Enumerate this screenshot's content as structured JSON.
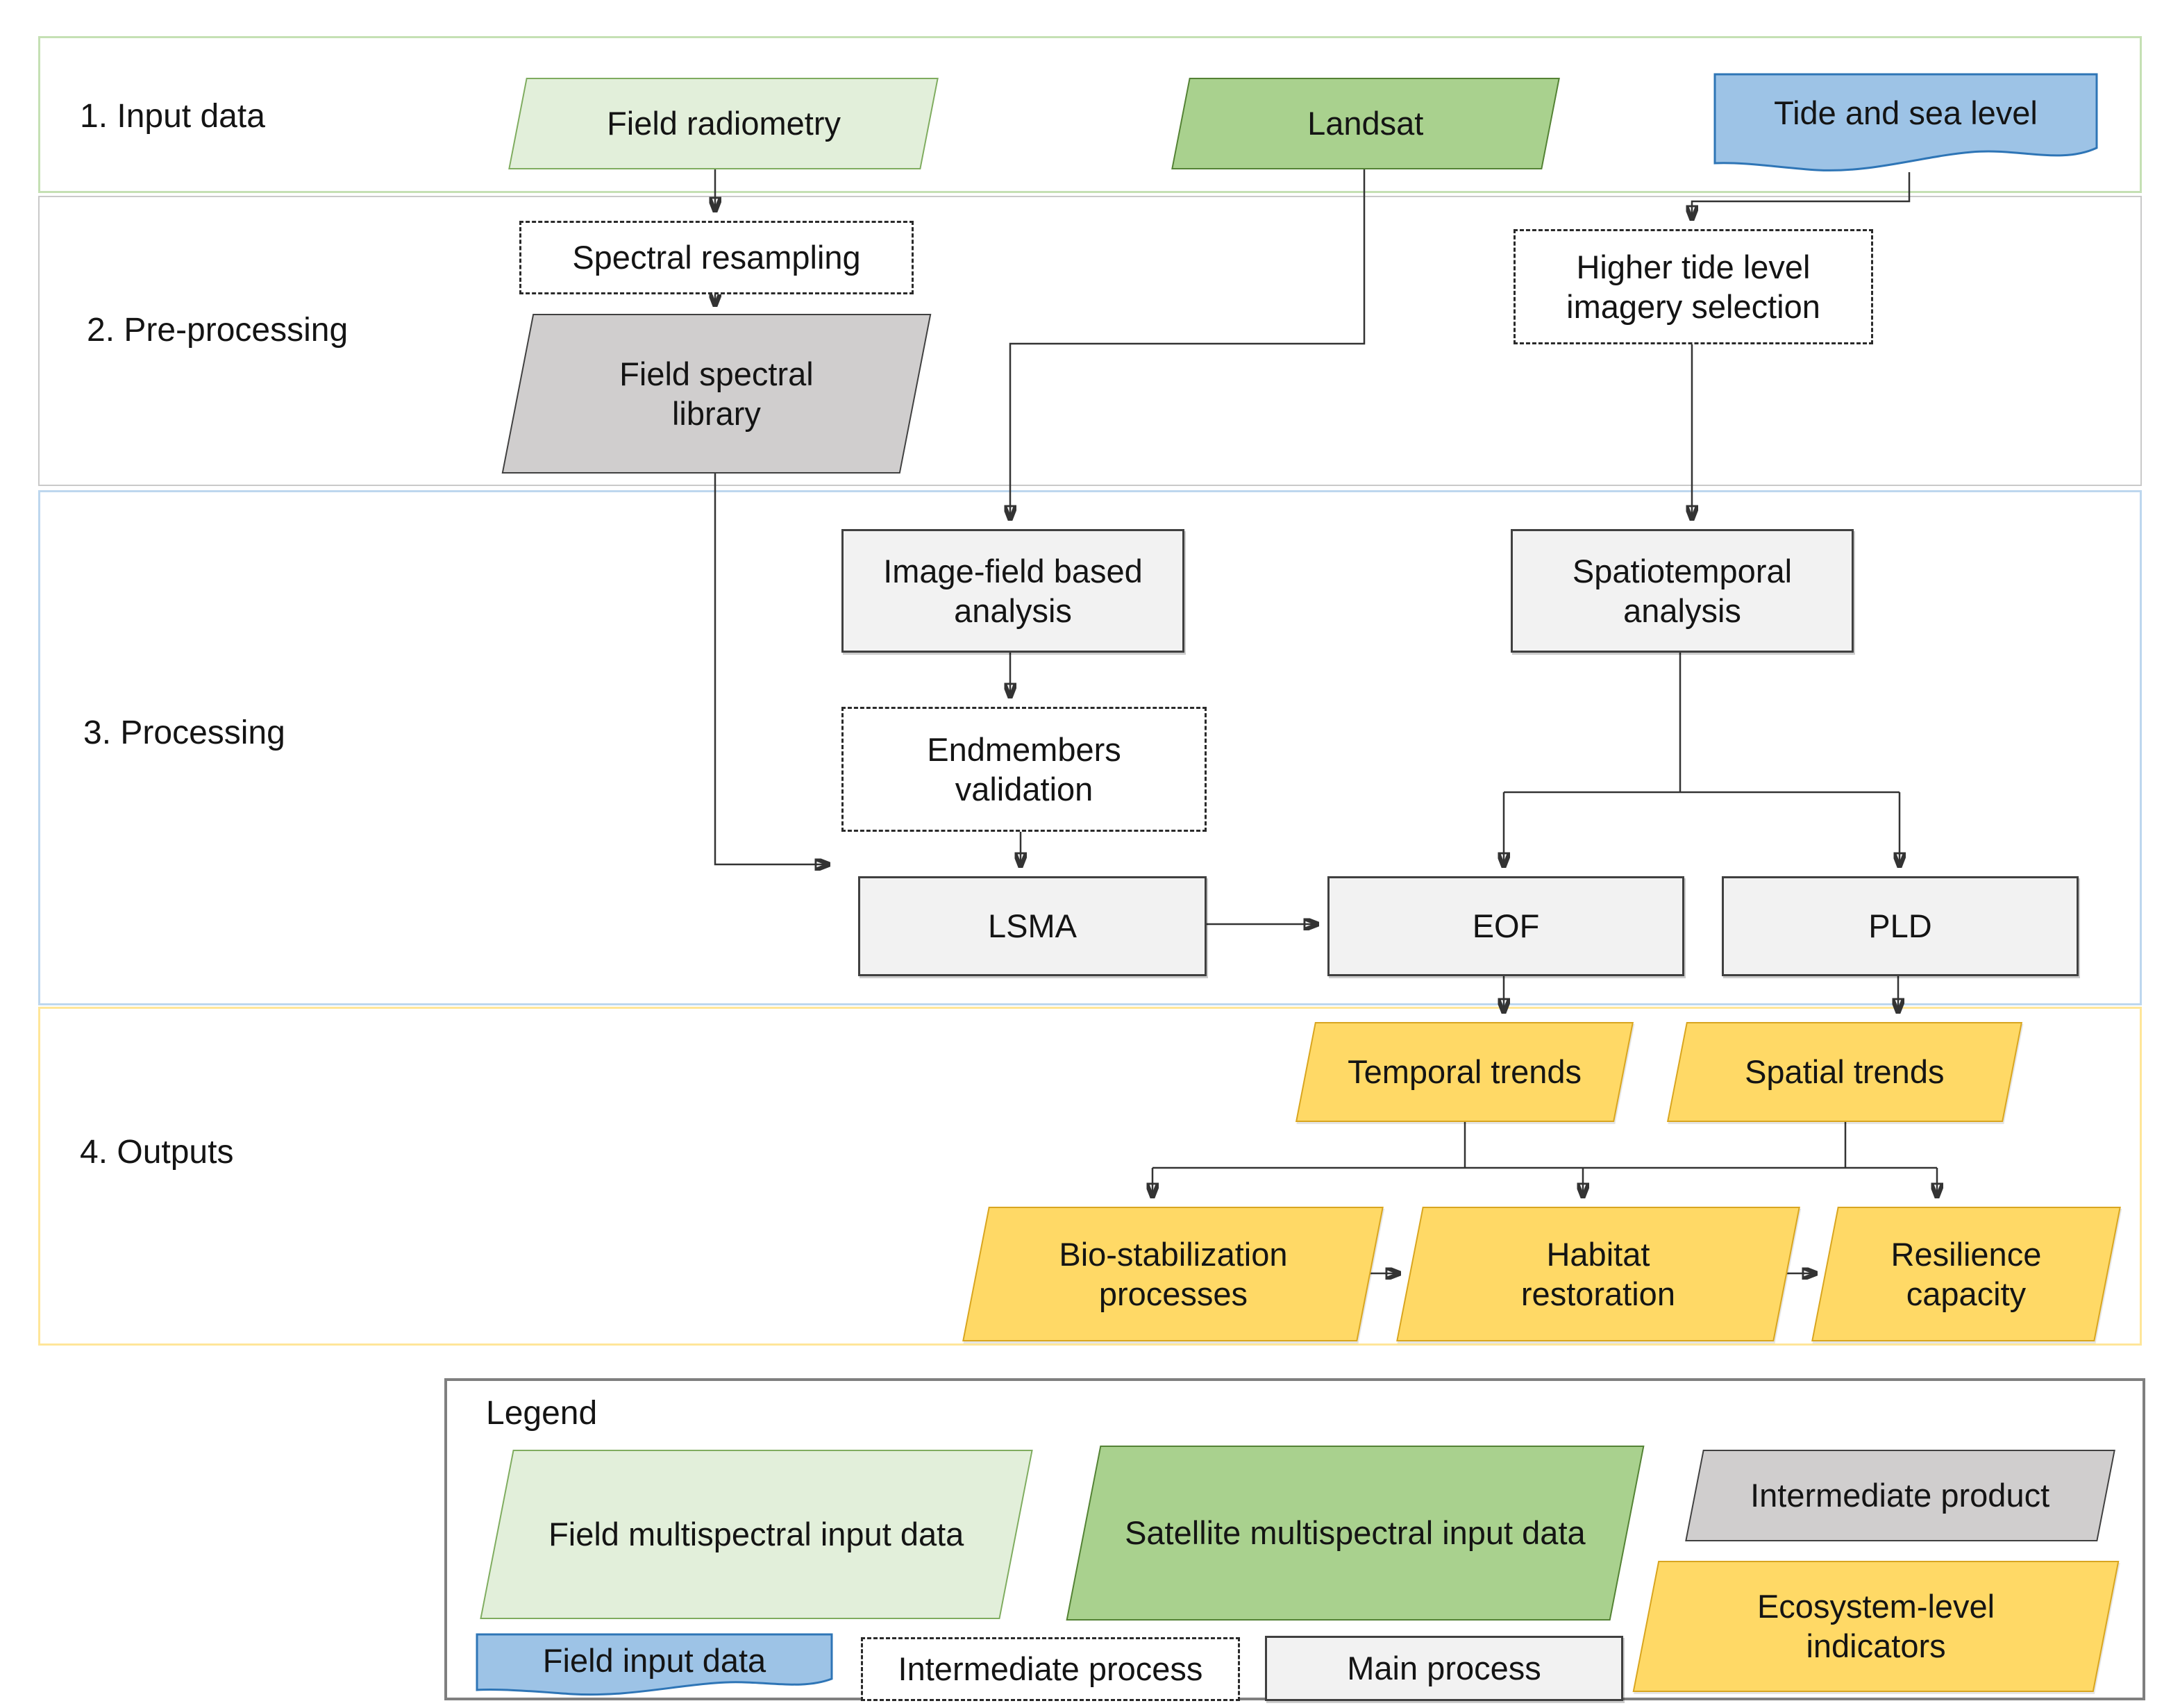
{
  "sections": {
    "input": "1. Input data",
    "preprocessing": "2. Pre-processing",
    "processing": "3. Processing",
    "outputs": "4. Outputs"
  },
  "nodes": {
    "field_radiometry": "Field radiometry",
    "landsat": "Landsat",
    "tide_sea_level": "Tide and sea level",
    "spectral_resampling": "Spectral resampling",
    "field_spectral_library": "Field spectral library",
    "higher_tide_selection": "Higher tide level imagery selection",
    "image_field_analysis": "Image-field based analysis",
    "spatiotemporal_analysis": "Spatiotemporal analysis",
    "endmembers_validation": "Endmembers validation",
    "lsma": "LSMA",
    "eof": "EOF",
    "pld": "PLD",
    "temporal_trends": "Temporal trends",
    "spatial_trends": "Spatial trends",
    "bio_stabilization": "Bio-stabilization processes",
    "habitat_restoration": "Habitat restoration",
    "resilience_capacity": "Resilience capacity"
  },
  "legend": {
    "title": "Legend",
    "field_multispectral": "Field multispectral input data",
    "satellite_multispectral": "Satellite multispectral input data",
    "intermediate_product": "Intermediate product",
    "ecosystem_indicators": "Ecosystem-level indicators",
    "field_input": "Field input data",
    "intermediate_process": "Intermediate process",
    "main_process": "Main process"
  },
  "colors": {
    "light_green_fill": "#e2efda",
    "light_green_border": "#7fac5f",
    "green_fill": "#a9d18e",
    "green_border": "#548235",
    "blue_fill": "#9dc3e6",
    "blue_border": "#2e75b6",
    "gray_fill": "#d0cece",
    "gray_border": "#404040",
    "process_fill": "#f2f2f2",
    "process_border": "#404040",
    "yellow_fill": "#ffd966",
    "yellow_border": "#d8a520",
    "band_input_border": "#c5e0b4",
    "band_preprocessing_border": "#c9c9c9",
    "band_processing_border": "#bdd7ee",
    "band_outputs_border": "#ffe699",
    "legend_border": "#7f7f7f",
    "arrow": "#333333"
  }
}
